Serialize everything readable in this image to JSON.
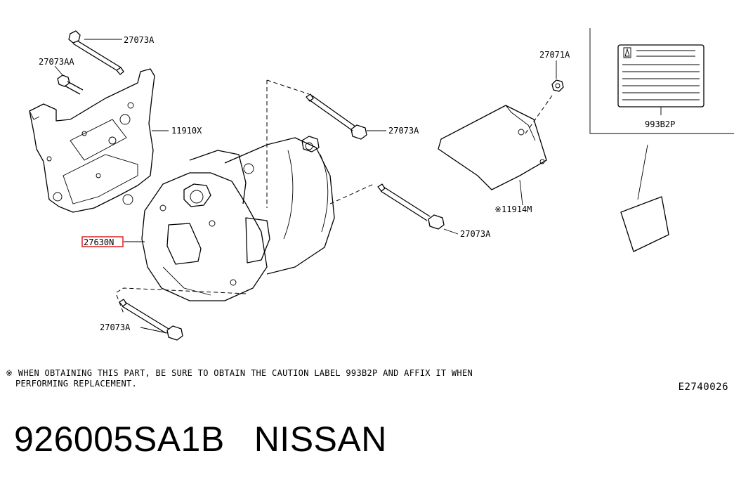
{
  "callouts": {
    "bolt_top": "27073A",
    "bolt_top_left": "27073AA",
    "bracket": "11910X",
    "compressor": "27630N",
    "bolt_middle": "27073A",
    "bolt_right": "27073A",
    "bolt_bottom": "27073A",
    "screw_cover": "27071A",
    "cover": "※11914M",
    "caution_label": "993B2P"
  },
  "note": {
    "line1": "※ WHEN OBTAINING THIS PART, BE SURE TO OBTAIN THE CAUTION LABEL 993B2P AND AFFIX IT WHEN",
    "line2": "PERFORMING REPLACEMENT."
  },
  "diagram_code": "E2740026",
  "part_number": "926005SA1B",
  "brand": "NISSAN",
  "highlight_color": "#e02020"
}
